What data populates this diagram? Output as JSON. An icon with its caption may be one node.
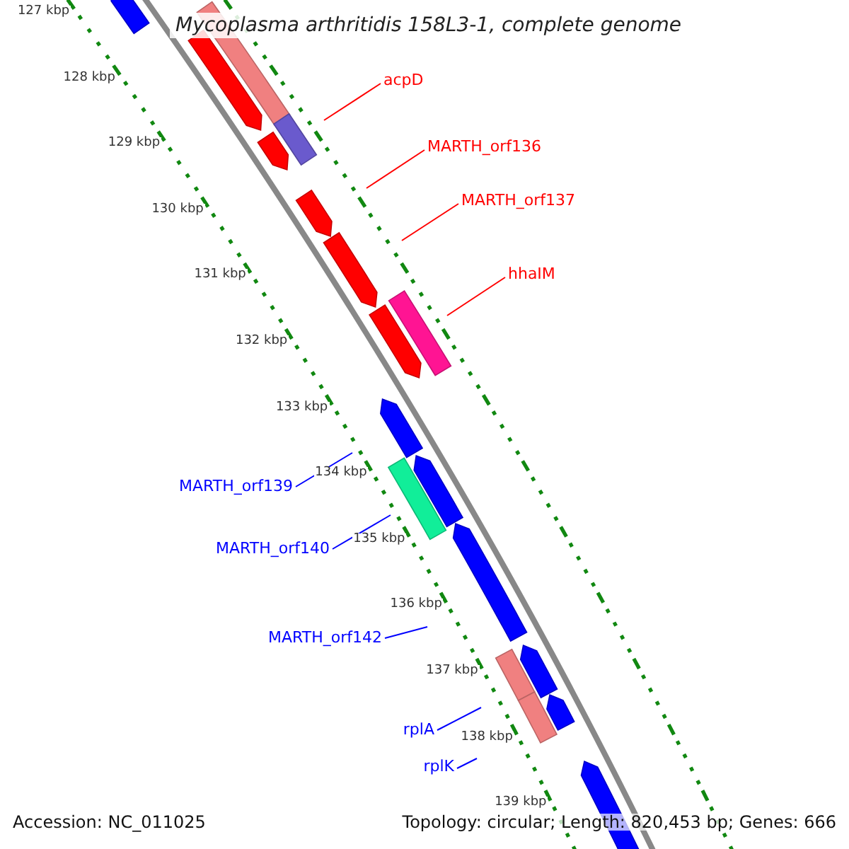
{
  "diagram": {
    "title": "Mycoplasma arthritidis 158L3-1, complete genome",
    "nodes": [
      {
        "text": [
          "acpD"
        ]
      },
      {
        "text": [
          "MARTH_orf136"
        ]
      },
      {
        "text": [
          "MARTH_orf137"
        ]
      },
      {
        "text": [
          "hhaIM"
        ]
      },
      {
        "text": [
          "MARTH_orf139"
        ]
      },
      {
        "text": [
          "MARTH_orf140"
        ]
      },
      {
        "text": [
          "MARTH_orf142"
        ]
      },
      {
        "text": [
          "rplA"
        ]
      },
      {
        "text": [
          "rplK"
        ]
      }
    ],
    "edges": [
      {
        "from": 0,
        "to": null,
        "arrow": "none",
        "color": "#ff0000"
      },
      {
        "from": 1,
        "to": null,
        "arrow": "none",
        "color": "#ff0000"
      },
      {
        "from": 2,
        "to": null,
        "arrow": "none",
        "color": "#ff0000"
      },
      {
        "from": 3,
        "to": null,
        "arrow": "none",
        "color": "#ff0000"
      },
      {
        "from": 4,
        "to": null,
        "arrow": "none"
      },
      {
        "from": 5,
        "to": null,
        "arrow": "none"
      },
      {
        "from": 6,
        "to": null,
        "arrow": "none"
      },
      {
        "from": 7,
        "to": null,
        "arrow": "none"
      },
      {
        "from": 8,
        "to": null,
        "arrow": "none"
      }
    ],
    "labels": [
      "127 kbp",
      "128 kbp",
      "129 kbp",
      "130 kbp",
      "131 kbp",
      "132 kbp",
      "133 kbp",
      "134 kbp",
      "135 kbp",
      "136 kbp",
      "137 kbp",
      "138 kbp",
      "139 kbp",
      "Accession: NC_011025",
      "Topology: circular; Length: 820,453 bp; Genes: 666"
    ]
  }
}
